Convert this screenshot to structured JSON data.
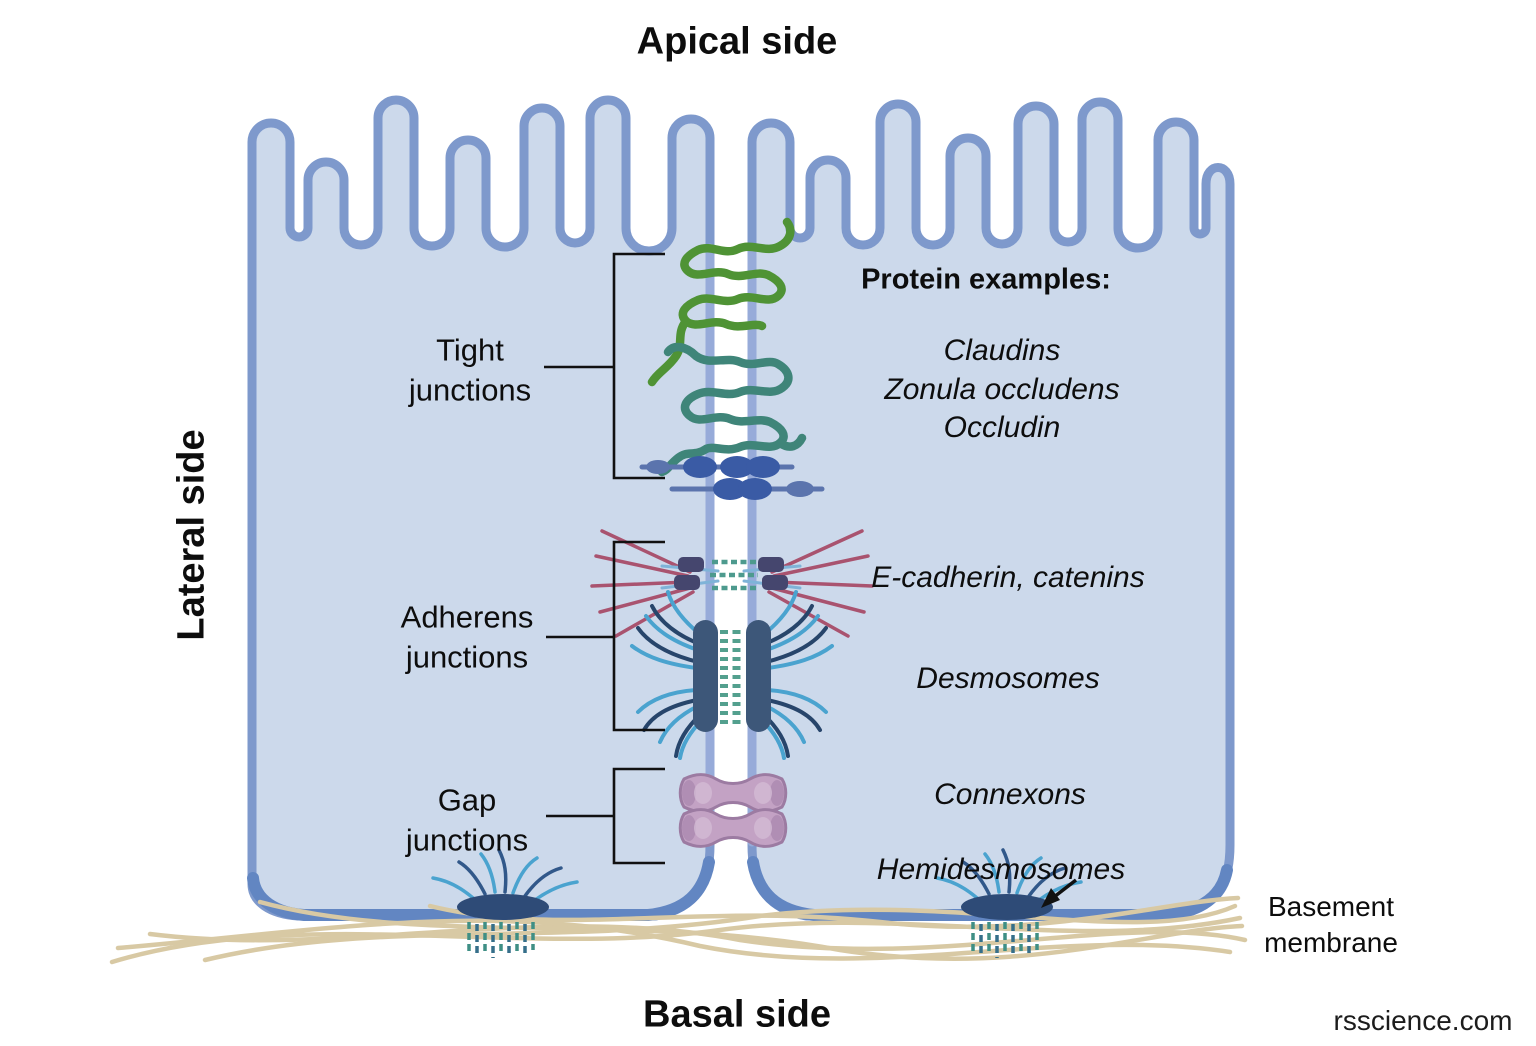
{
  "labels": {
    "apical_side": "Apical side",
    "lateral_side": "Lateral side",
    "basal_side": "Basal side",
    "basement_membrane": "Basement\nmembrane",
    "watermark": "rsscience.com",
    "protein_examples_heading": "Protein examples:",
    "tight_junctions": "Tight\njunctions",
    "adherens_junctions": "Adherens\njunctions",
    "gap_junctions": "Gap\njunctions",
    "tight_proteins": [
      "Claudins",
      "Zonula occludens",
      "Occludin"
    ],
    "adherens_protein_examples": [
      "E-cadherin, catenins",
      "Desmosomes"
    ],
    "gap_protein_example": "Connexons",
    "hemidesmosomes_label": "Hemidesmosomes"
  },
  "colors": {
    "cell_fill": "#ccd9eb",
    "membrane_outline": "#7e99cc",
    "junction_membrane_strip": "#97abd9",
    "basal_membrane": "#6286c2",
    "claudin_green": "#4f9335",
    "zonula_teal": "#3f8579",
    "occludin_blue": "#3a5ba5",
    "occludin_strand": "#5b74ad",
    "ecadherin_plaque": "#45466e",
    "actin_pink": "#a9536f",
    "cadherin_zipper_teal": "#4d9a8e",
    "desmosome_plaque": "#3d5779",
    "keratin_light_blue": "#4aa3cf",
    "keratin_dark_blue": "#27456b",
    "connexon_fill": "#c3a2c4",
    "connexon_outline": "#9c7ba2",
    "hemidesmosome_plaque": "#2e4b77",
    "basement_fiber_tan": "#d8c9a4",
    "bracket_black": "#111111"
  }
}
